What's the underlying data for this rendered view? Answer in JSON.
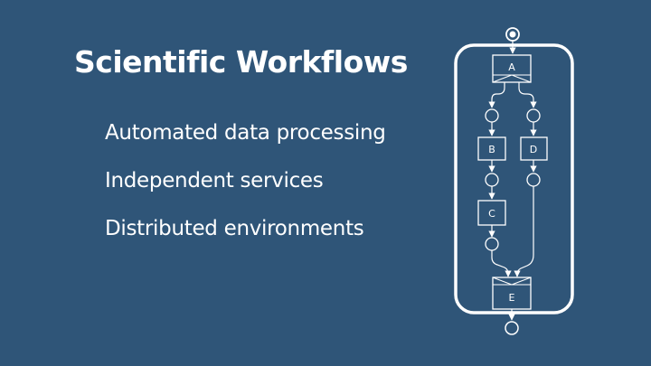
{
  "slide": {
    "title": "Scientific Workflows",
    "bullets": [
      "Automated data processing",
      "Independent services",
      "Distributed environments"
    ]
  },
  "diagram": {
    "nodes": {
      "A": "A",
      "B": "B",
      "C": "C",
      "D": "D",
      "E": "E"
    }
  }
}
